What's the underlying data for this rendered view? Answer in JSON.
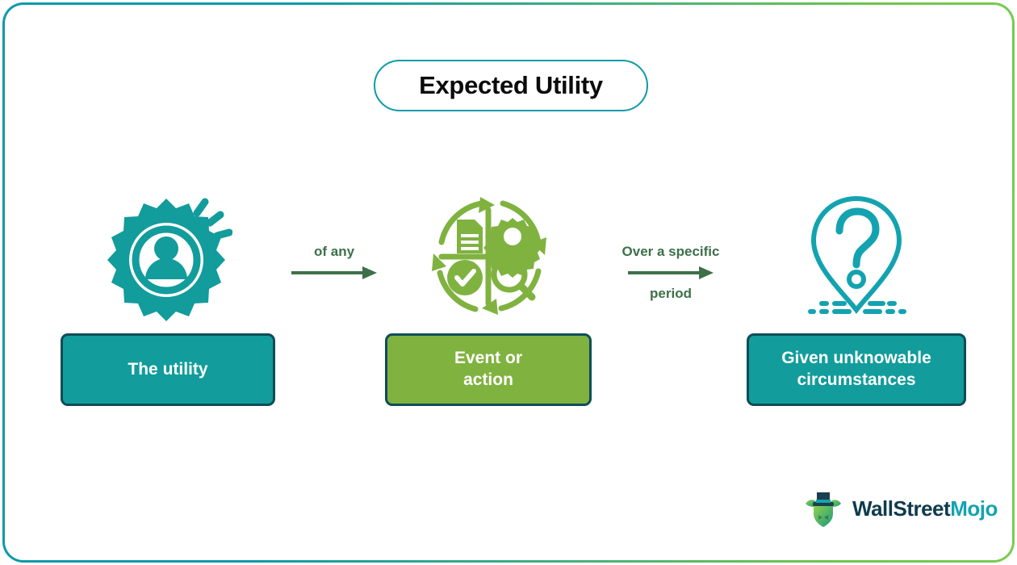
{
  "title": {
    "text": "Expected Utility"
  },
  "frame": {
    "gradient_start": "#0d9aa8",
    "gradient_end": "#79cc51",
    "border_accent_teal": "#0d9aa8",
    "border_accent_green": "#79cc51"
  },
  "steps": [
    {
      "id": "utility",
      "icon": "gear-user-icon",
      "icon_color": "#129c9c",
      "label": "The utility",
      "box_color": "#129c9c",
      "box_border_color": "#0e4d57"
    },
    {
      "id": "event-or-action",
      "icon": "process-cycle-icon",
      "icon_color": "#80b240",
      "label": "Event or\naction",
      "label_line_1": "Event or",
      "label_line_2": "action",
      "box_color": "#80b240",
      "box_border_color": "#0e4d57"
    },
    {
      "id": "unknowable-circumstances",
      "icon": "question-mark-pin-icon",
      "icon_color": "#129c9c",
      "label": "Given unknowable circumstances",
      "label_line_1": "Given unknowable",
      "label_line_2": "circumstances",
      "box_color": "#129c9c",
      "box_border_color": "#0e4d57"
    }
  ],
  "connectors": [
    {
      "id": "connector-1",
      "label_top": "of any",
      "label_bottom": "",
      "color": "#3d7049",
      "icon": "arrow-right-icon"
    },
    {
      "id": "connector-2",
      "label_top": "Over a specific",
      "label_bottom": "period",
      "color": "#3d7049",
      "icon": "arrow-right-icon"
    }
  ],
  "logo": {
    "icon": "wallstreetmojo-bull-icon",
    "name_primary": "WallStreet",
    "name_secondary": "Mojo",
    "color_primary": "#0f3b4d",
    "color_secondary": "#13a3b0"
  }
}
